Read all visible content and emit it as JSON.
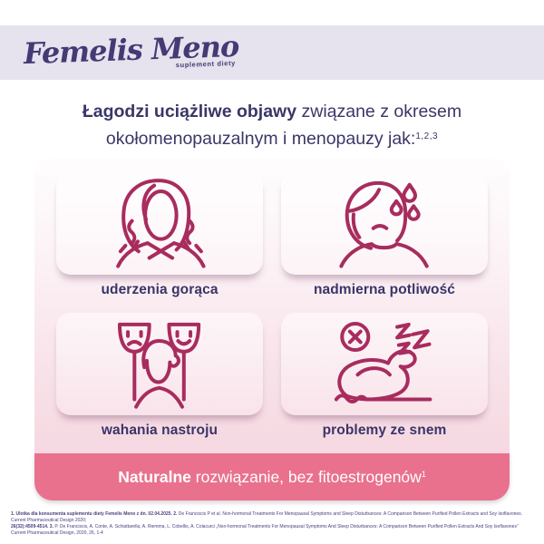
{
  "brand": {
    "logo_main": "Femelis Meno",
    "logo_sub": "suplement diety"
  },
  "headline": {
    "line1_bold": "Łagodzi uciążliwe objawy",
    "line1_rest": " związane z okresem",
    "line2": "okołomenopauzalnym i menopauzy jak:",
    "superscript": "1,2,3"
  },
  "symptoms": [
    {
      "label": "uderzenia gorąca",
      "icon": "hot-flashes"
    },
    {
      "label": "nadmierna potliwość",
      "icon": "excessive-sweating"
    },
    {
      "label": "wahania nastroju",
      "icon": "mood-swings"
    },
    {
      "label": "problemy ze snem",
      "icon": "sleep-problems"
    }
  ],
  "banner": {
    "bold": "Naturalne",
    "rest": " rozwiązanie, bez fitoestrogenów",
    "superscript": "1"
  },
  "footnotes": {
    "line1_bold": "1. Ulotka dla konsumenta suplementu diety Femelis Meno z dn. 02.04.2025. 2.",
    "line1_rest": " De Franciscis P et al. Non-hormonal Treatments For Menopausal Symptoms and Sleep Disturbances: A Comparison Between Purified Pollen Extracts and Soy Isoflavones. Current Pharmaceutical Design 2020;",
    "line2_bold": "26(32):4509-4514. 3.",
    "line2_rest": " P. De Franciscis, A. Conte, A. Schiattarella, A. Riemma, L. Cobellis, A. Colacurci „Non-hormonal Treatments For Menopausal Symptoms And Sleep Disturbances: A Comparison Between Purified Pollen Extracts And Soy Isoflavones” Current Pharmaceutical Design, 2020, 26, 1-4"
  },
  "colors": {
    "header_band": "#e6e2ee",
    "text_purple": "#3a3768",
    "icon_stroke": "#a82c5e",
    "banner_pink": "#e9718e"
  }
}
